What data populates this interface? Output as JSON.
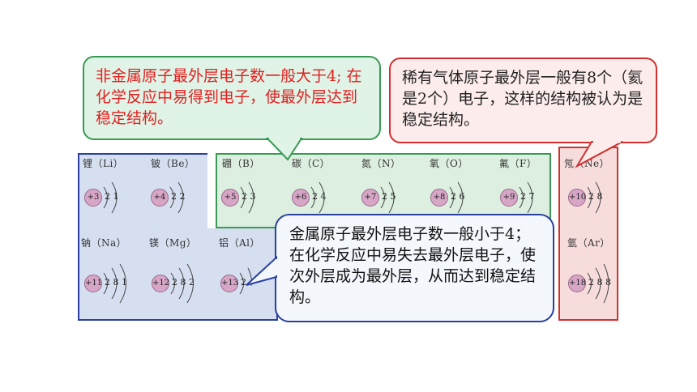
{
  "elements": {
    "li": {
      "label": "锂（Li）",
      "nucleus": "+3",
      "electrons": "2  1"
    },
    "be": {
      "label": "铍（Be）",
      "nucleus": "+4",
      "electrons": "2  2"
    },
    "b": {
      "label": "硼（B）",
      "nucleus": "+5",
      "electrons": "2  3"
    },
    "c": {
      "label": "碳（C）",
      "nucleus": "+6",
      "electrons": "2  4"
    },
    "n": {
      "label": "氮（N）",
      "nucleus": "+7",
      "electrons": "2  5"
    },
    "o": {
      "label": "氧（O）",
      "nucleus": "+8",
      "electrons": "2  6"
    },
    "f": {
      "label": "氟（F）",
      "nucleus": "+9",
      "electrons": "2  7"
    },
    "ne": {
      "label": "氖（Ne）",
      "nucleus": "+10",
      "electrons": "2  8"
    },
    "na": {
      "label": "钠（Na）",
      "nucleus": "+11",
      "electrons": "2  8  1"
    },
    "mg": {
      "label": "镁（Mg）",
      "nucleus": "+12",
      "electrons": "2  8  2"
    },
    "al": {
      "label": "铝（Al）",
      "nucleus": "+13",
      "electrons": "2"
    },
    "ar": {
      "label": "氩（Ar）",
      "nucleus": "+18",
      "electrons": "2  8  8"
    }
  },
  "callouts": {
    "nonmetal": "非金属原子最外层电子数一般大于4; 在化学反应中易得到电子，使最外层达到稳定结构。",
    "noble": "稀有气体原子最外层一般有8个（氦是2个）电子，这样的结构被认为是稳定结构。",
    "metal": "金属原子最外层电子数一般小于4；在化学反应中易失去最外层电子，使次外层成为最外层，从而达到稳定结构。"
  },
  "colors": {
    "metal_zone": "#d6dff0",
    "metal_border": "#2a3fa0",
    "nonmetal_zone": "#dcefe0",
    "nonmetal_border": "#3a9a55",
    "noble_zone": "#f7dcdc",
    "noble_border": "#d23030",
    "nucleus_fill": "#d7a6c7",
    "nonmetal_text": "#e02020"
  }
}
